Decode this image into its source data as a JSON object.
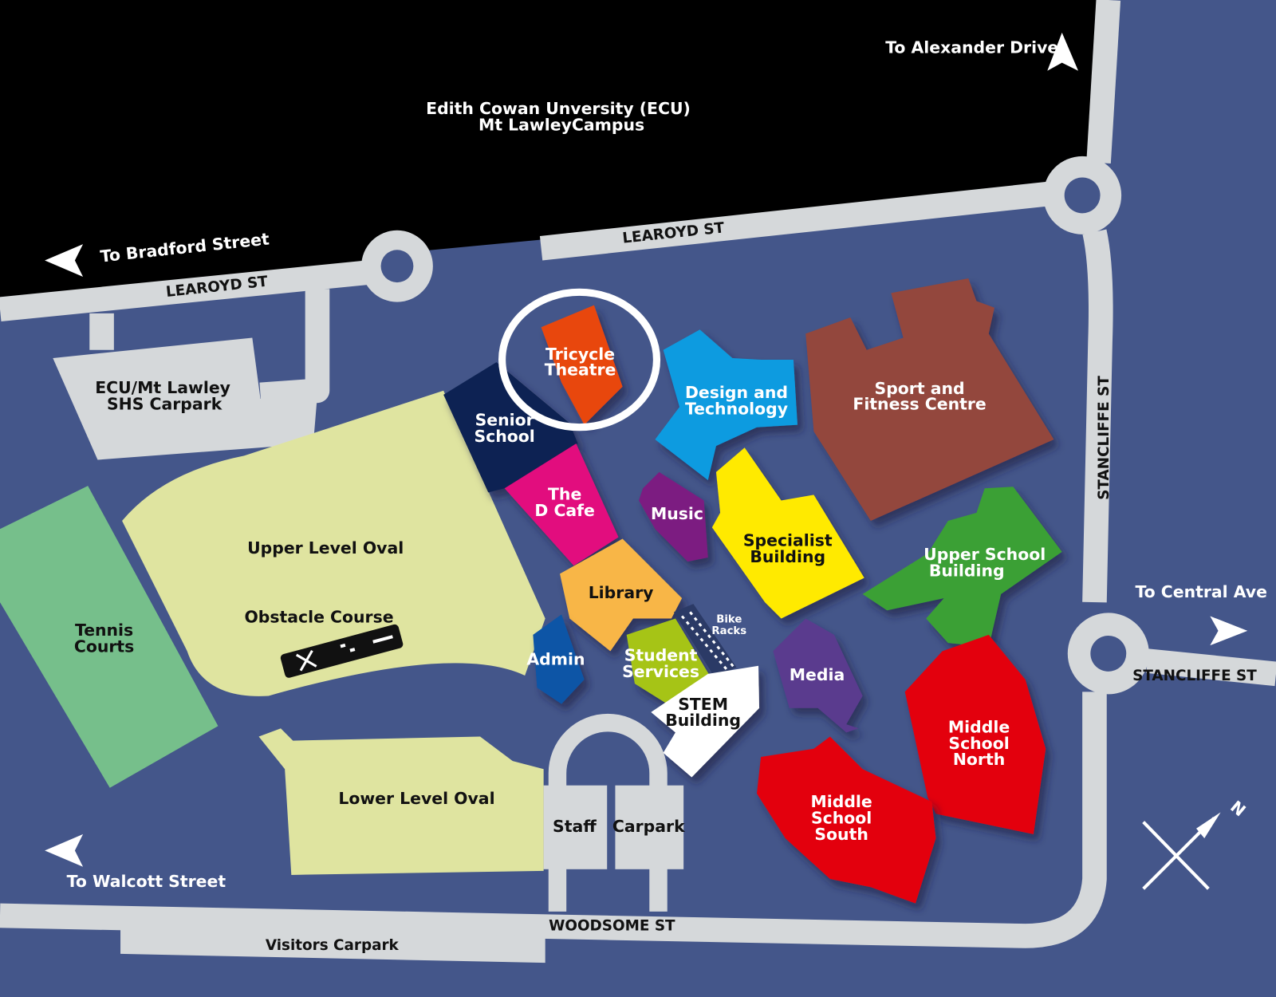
{
  "campus": {
    "lines": [
      "Edith Cowan Unversity (ECU)",
      "Mt LawleyCampus"
    ]
  },
  "directions": {
    "alexander": "To Alexander Drive",
    "bradford": "To Bradford Street",
    "central": "To Central Ave",
    "walcott": "To Walcott Street"
  },
  "streets": {
    "learoyd_left": "LEAROYD ST",
    "learoyd_top": "LEAROYD ST",
    "stancliffe_vertical": "STANCLIFFE ST",
    "stancliffe_right": "STANCLIFFE ST",
    "woodsome": "WOODSOME ST"
  },
  "areas": {
    "ecu_carpark": [
      "ECU/Mt Lawley",
      "SHS Carpark"
    ],
    "tennis": [
      "Tennis",
      "Courts"
    ],
    "upper_oval": "Upper Level Oval",
    "obstacle": "Obstacle Course",
    "lower_oval": "Lower Level Oval",
    "staff": "Staff",
    "carpark": "Carpark",
    "visitors": "Visitors Carpark",
    "bike": [
      "Bike",
      "Racks"
    ]
  },
  "buildings": {
    "tricycle": {
      "lines": [
        "Tricycle",
        "Theatre"
      ],
      "color": "#e8470f",
      "highlighted": true
    },
    "senior": {
      "lines": [
        "Senior",
        "School"
      ],
      "color": "#0d2452"
    },
    "design": {
      "lines": [
        "Design and",
        "Technology"
      ],
      "color": "#0a9be0"
    },
    "sport": {
      "lines": [
        "Sport and",
        "Fitness Centre"
      ],
      "color": "#93463d"
    },
    "dcafe": {
      "lines": [
        "The",
        "D Cafe"
      ],
      "color": "#e2087e"
    },
    "music": {
      "lines": [
        "Music"
      ],
      "color": "#7b1d81"
    },
    "specialist": {
      "lines": [
        "Specialist",
        "Building"
      ],
      "color": "#ffea00"
    },
    "upper_school": {
      "lines": [
        "Upper School",
        "Building"
      ],
      "color": "#3ba035"
    },
    "library": {
      "lines": [
        "Library"
      ],
      "color": "#f8b646"
    },
    "admin": {
      "lines": [
        "Admin"
      ],
      "color": "#0a55a6"
    },
    "student": {
      "lines": [
        "Student",
        "Services"
      ],
      "color": "#a6c412"
    },
    "stem": {
      "lines": [
        "STEM",
        "Building"
      ],
      "color": "#ffffff"
    },
    "media": {
      "lines": [
        "Media"
      ],
      "color": "#5a3a8e"
    },
    "ms_north": {
      "lines": [
        "Middle",
        "School",
        "North"
      ],
      "color": "#e3000f"
    },
    "ms_south": {
      "lines": [
        "Middle",
        "School",
        "South"
      ],
      "color": "#e3000f"
    }
  },
  "compass": {
    "label": "N"
  }
}
